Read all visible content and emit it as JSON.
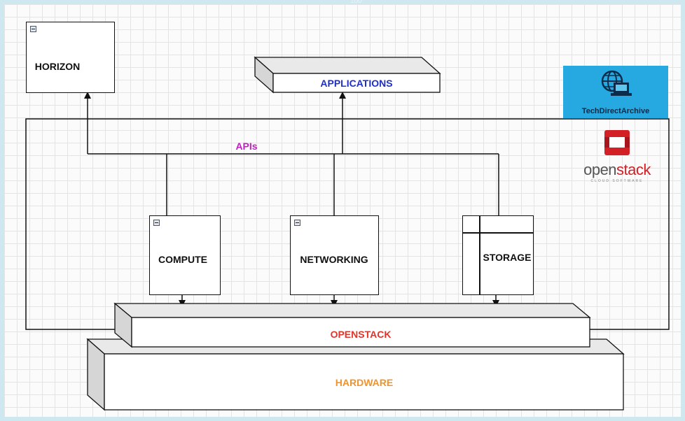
{
  "top_strip": "100",
  "nodes": {
    "horizon": "HORIZON",
    "applications": "APPLICATIONS",
    "apis": "APIs",
    "compute": "COMPUTE",
    "networking": "NETWORKING",
    "storage": "STORAGE",
    "openstack": "OPENSTACK",
    "hardware": "HARDWARE"
  },
  "brand": {
    "label": "TechDirectArchive",
    "logo_prefix": "open",
    "logo_suffix": "stack",
    "logo_tagline": "CLOUD SOFTWARE"
  },
  "colors": {
    "applications": "#1f2fc8",
    "apis": "#c21fc2",
    "openstack": "#e0342a",
    "hardware": "#f0932a",
    "brand_bg": "#26a9e0"
  }
}
